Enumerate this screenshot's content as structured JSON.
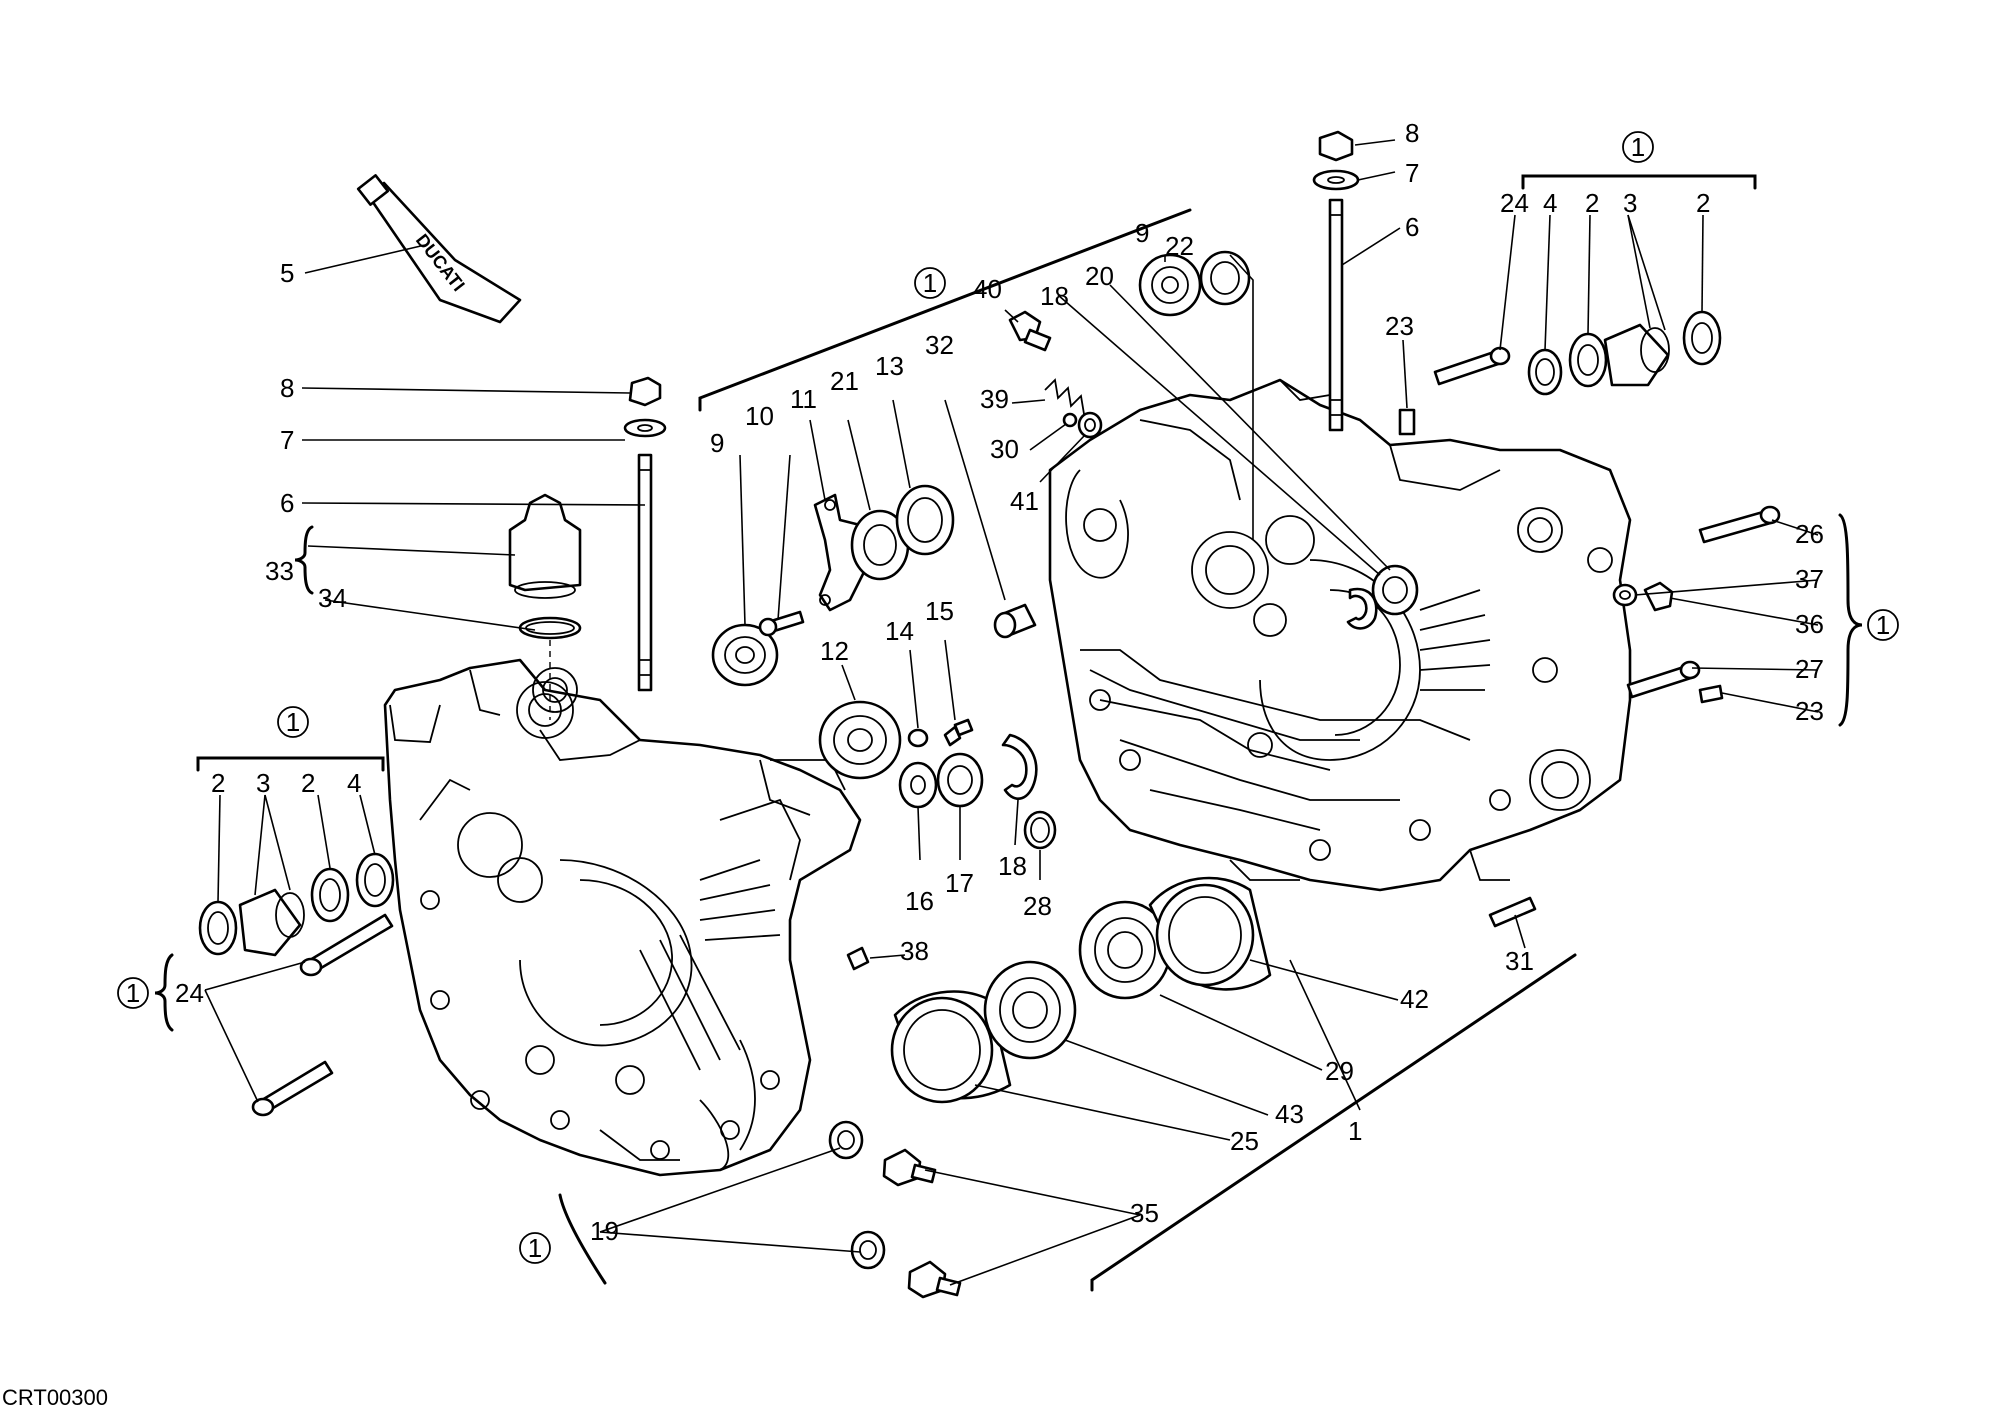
{
  "drawing": {
    "code": "CRT00300",
    "group_symbol": "1"
  },
  "tube": {
    "logo": "DUCATI"
  },
  "labels": {
    "l5": "5",
    "l8a": "8",
    "l7a": "7",
    "l6a": "6",
    "l33": "33",
    "l34": "34",
    "l2a": "2",
    "l3a": "3",
    "l2b": "2",
    "l4a": "4",
    "l24a": "24",
    "l9a": "9",
    "l10": "10",
    "l11": "11",
    "l21": "21",
    "l13": "13",
    "l32": "32",
    "l12": "12",
    "l14": "14",
    "l15": "15",
    "l16": "16",
    "l17": "17",
    "l18a": "18",
    "l28": "28",
    "l38": "38",
    "l40": "40",
    "l39": "39",
    "l30": "30",
    "l41": "41",
    "l18b": "18",
    "l20": "20",
    "l9b": "9",
    "l22": "22",
    "l8b": "8",
    "l7b": "7",
    "l6b": "6",
    "l23a": "23",
    "l24b": "24",
    "l4b": "4",
    "l2c": "2",
    "l3b": "3",
    "l2d": "2",
    "l26": "26",
    "l37": "37",
    "l36": "36",
    "l27": "27",
    "l23b": "23",
    "l31": "31",
    "l42": "42",
    "l29": "29",
    "l43": "43",
    "l25": "25",
    "l1": "1",
    "l19": "19",
    "l35": "35"
  }
}
